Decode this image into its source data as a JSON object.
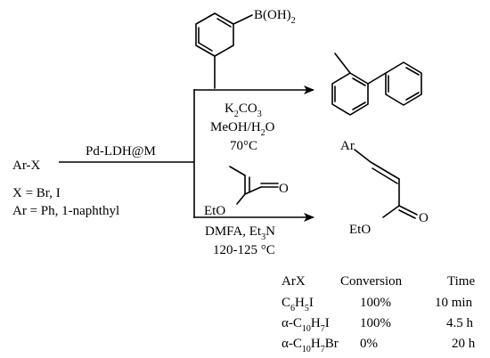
{
  "reactant": {
    "formula": "Ar-X",
    "x_def": "X = Br, I",
    "ar_def": "Ar = Ph, 1-naphthyl"
  },
  "catalyst": "Pd-LDH@M",
  "suzuki": {
    "reagent_label": "B(OH)",
    "reagent_sub": "2",
    "base_main": "K",
    "base_sub1": "2",
    "base_mid": "CO",
    "base_sub2": "3",
    "solvent_main": "MeOH/H",
    "solvent_sub": "2",
    "solvent_end": "O",
    "temperature": "70°C"
  },
  "heck": {
    "reagent_o": "O",
    "reagent_eto": "EtO",
    "solvent_main": "DMFA, Et",
    "solvent_sub": "3",
    "solvent_end": "N",
    "temperature": "120-125 °C",
    "product_ar": "Ar",
    "product_o": "O",
    "product_eto": "EtO"
  },
  "table": {
    "headers": [
      "ArX",
      "Conversion",
      "Time"
    ],
    "rows": [
      {
        "arx_main": "C",
        "arx_sub1": "6",
        "arx_mid": "H",
        "arx_sub2": "5",
        "arx_end": "I",
        "conversion": "100%",
        "time": "10 min"
      },
      {
        "arx_main": "α-C",
        "arx_sub1": "10",
        "arx_mid": "H",
        "arx_sub2": "7",
        "arx_end": "I",
        "conversion": "100%",
        "time": "4.5 h"
      },
      {
        "arx_main": "α-C",
        "arx_sub1": "10",
        "arx_mid": "H",
        "arx_sub2": "7",
        "arx_end": "Br",
        "conversion": "0%",
        "time": "20 h"
      }
    ]
  }
}
